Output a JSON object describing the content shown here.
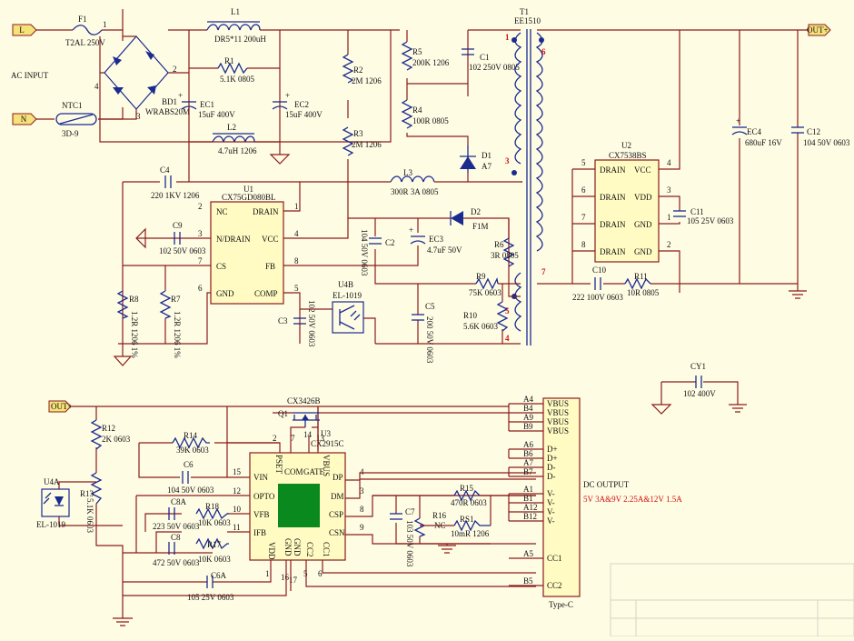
{
  "power_input": {
    "L": "L",
    "N": "N",
    "ac_input": "AC INPUT",
    "F1": "F1",
    "F1_val": "T2AL 250V",
    "NTC1": "NTC1",
    "NTC1_val": "3D-9",
    "BD1": "BD1",
    "BD1_val": "WRABS20M",
    "bd_pin1": "1",
    "bd_pin2": "2",
    "bd_pin3": "3",
    "bd_pin4": "4"
  },
  "filter": {
    "L1": "L1",
    "L1_val": "DR5*11 200uH",
    "R1": "R1",
    "R1_val": "5.1K 0805",
    "EC1": "EC1",
    "EC1_val": "15uF 400V",
    "EC2": "EC2",
    "EC2_val": "15uF 400V",
    "L2": "L2",
    "L2_val": "4.7uH 1206",
    "R2": "R2",
    "R2_val": "2M 1206",
    "R3": "R3",
    "R3_val": "2M 1206"
  },
  "snubber": {
    "R5": "R5",
    "R5_val": "200K 1206",
    "C1": "C1",
    "C1_val": "102 250V 0805",
    "R4": "R4",
    "R4_val": "100R 0805",
    "D1": "D1",
    "D1_val": "A7"
  },
  "transformer": {
    "T1": "T1",
    "T1_val": "EE1510",
    "p1": "1",
    "p6": "6",
    "p3": "3",
    "p5": "5",
    "p4": "4",
    "p7": "7"
  },
  "u1": {
    "name": "U1",
    "part": "CX75GD080BL",
    "NC": "NC",
    "DRAIN": "DRAIN",
    "NDRAIN": "N/DRAIN",
    "VCC": "VCC",
    "CS": "CS",
    "FB": "FB",
    "GND": "GND",
    "COMP": "COMP",
    "p1": "1",
    "p2": "2",
    "p3": "3",
    "p4": "4",
    "p5": "5",
    "p6": "6",
    "p7": "7",
    "p8": "8"
  },
  "primary_misc": {
    "C4": "C4",
    "C4_val": "220 1KV 1206",
    "C9": "C9",
    "C9_val": "102 50V 0603",
    "R8": "R8",
    "R8_val": "1.2R 1206 1%",
    "R7": "R7",
    "R7_val": "1.2R 1206 1%",
    "L3": "L3",
    "L3_val": "300R 3A 0805",
    "D2": "D2",
    "D2_val": "F1M",
    "C2": "C2",
    "C2_val": "104 50V 0603",
    "EC3": "EC3",
    "EC3_val": "4.7uF 50V",
    "R6": "R6",
    "R6_val": "3R 0805",
    "R9": "R9",
    "R9_val": "75K 0603",
    "R10": "R10",
    "R10_val": "5.6K 0603",
    "C5": "C5",
    "C5_val": "200 50V 0603",
    "C3": "C3",
    "C3_val": "102 50V 0603",
    "U4B": "U4B",
    "U4B_val": "EL-1019"
  },
  "u2": {
    "name": "U2",
    "part": "CX7538BS",
    "DRAIN": "DRAIN",
    "VCC": "VCC",
    "VDD": "VDD",
    "GND": "GND",
    "p1": "1",
    "p2": "2",
    "p3": "3",
    "p4": "4",
    "p5": "5",
    "p6": "6",
    "p7": "7",
    "p8": "8",
    "C11": "C11",
    "C11_val": "105 25V 0603",
    "C10": "C10",
    "C10_val": "222 100V 0603",
    "R11": "R11",
    "R11_val": "10R 0805"
  },
  "output": {
    "out_plus": "OUT+",
    "EC4": "EC4",
    "EC4_val": "680uF 16V",
    "C12": "C12",
    "C12_val": "104 50V 0603",
    "CY1": "CY1",
    "CY1_val": "102 400V"
  },
  "u3": {
    "name": "U3",
    "part": "CX2915C",
    "PSET": "PSET",
    "COM": "COM",
    "GATE": "GATE",
    "VBUS": "VBUS",
    "VIN": "VIN",
    "DP": "DP",
    "OPTO": "OPTO",
    "DM": "DM",
    "VFB": "VFB",
    "CSP": "CSP",
    "IFB": "IFB",
    "CSN": "CSN",
    "VDD": "VDD",
    "GND1": "GND",
    "GND2": "GND",
    "CC2": "CC2",
    "CC1": "CC1",
    "p1": "1",
    "p2": "2",
    "p3": "3",
    "p4": "4",
    "p5": "5",
    "p6": "6",
    "p7": "7",
    "p8": "8",
    "p9": "9",
    "p10": "10",
    "p11": "11",
    "p12": "12",
    "p13": "13",
    "p14": "14",
    "p15": "15",
    "p16": "16",
    "p17": "17"
  },
  "secondary": {
    "out_plus": "OUT+",
    "R12": "R12",
    "R12_val": "2K 0603",
    "R13": "R13",
    "R13_val": "5.1K 0603",
    "U4A": "U4A",
    "U4A_val": "EL-1019",
    "R14": "R14",
    "R14_val": "39K 0603",
    "C6": "C6",
    "C6_val": "104 50V 0603",
    "C8A": "C8A",
    "C8A_val": "223 50V 0603",
    "R18": "R18",
    "R18_val": "10K 0603",
    "C8": "C8",
    "C8_val": "472 50V 0603",
    "R17": "R17",
    "R17_val": "10K 0603",
    "C6A": "C6A",
    "C6A_val": "105 25V 0603",
    "Q1": "Q1",
    "Q1_val": "CX3426B",
    "C7": "C7",
    "C7_val": "103 50V 0603",
    "R16": "R16",
    "R16_val": "NC",
    "R15": "R15",
    "R15_val": "470R 0603",
    "RS1": "RS1",
    "RS1_val": "10mR 1206"
  },
  "typec": {
    "name": "Type-C",
    "title": "DC OUTPUT",
    "spec": "5V 3A&9V 2.25A&12V 1.5A",
    "pins": [
      {
        "pin": "A4",
        "label": "VBUS"
      },
      {
        "pin": "B4",
        "label": "VBUS"
      },
      {
        "pin": "A9",
        "label": "VBUS"
      },
      {
        "pin": "B9",
        "label": "VBUS"
      },
      {
        "pin": "A6",
        "label": "D+"
      },
      {
        "pin": "B6",
        "label": "D+"
      },
      {
        "pin": "A7",
        "label": "D-"
      },
      {
        "pin": "B7",
        "label": "D-"
      },
      {
        "pin": "A1",
        "label": "V-"
      },
      {
        "pin": "B1",
        "label": "V-"
      },
      {
        "pin": "A12",
        "label": "V-"
      },
      {
        "pin": "B12",
        "label": "V-"
      },
      {
        "pin": "A5",
        "label": "CC1"
      },
      {
        "pin": "B5",
        "label": "CC2"
      }
    ]
  },
  "colors": {
    "wire": "#8b1c1c",
    "component": "#1a2b8f",
    "background": "#fffce4",
    "pin_number": "#d01010",
    "pad": "#0a8a1e"
  }
}
